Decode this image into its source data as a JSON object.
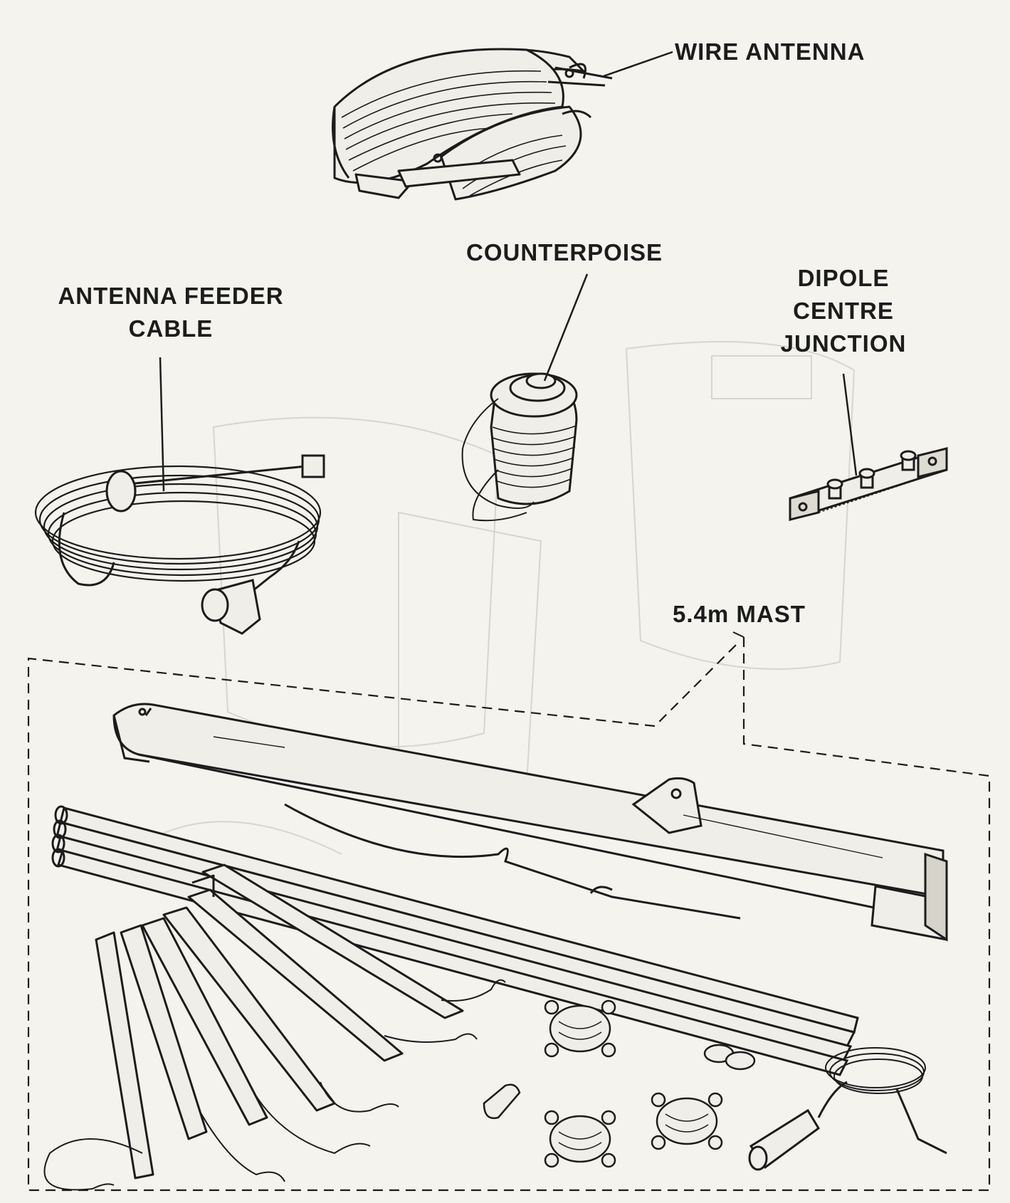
{
  "labels": {
    "wire_antenna": "WIRE ANTENNA",
    "counterpoise": "COUNTERPOISE",
    "feeder_line1": "ANTENNA FEEDER",
    "feeder_line2": "CABLE",
    "dipole_line1": "DIPOLE",
    "dipole_line2": "CENTRE",
    "dipole_line3": "JUNCTION",
    "mast": "5.4m MAST"
  },
  "colors": {
    "paper": "#f4f3ee",
    "ink": "#1c1c1c",
    "ghost": "#cfccc4"
  }
}
